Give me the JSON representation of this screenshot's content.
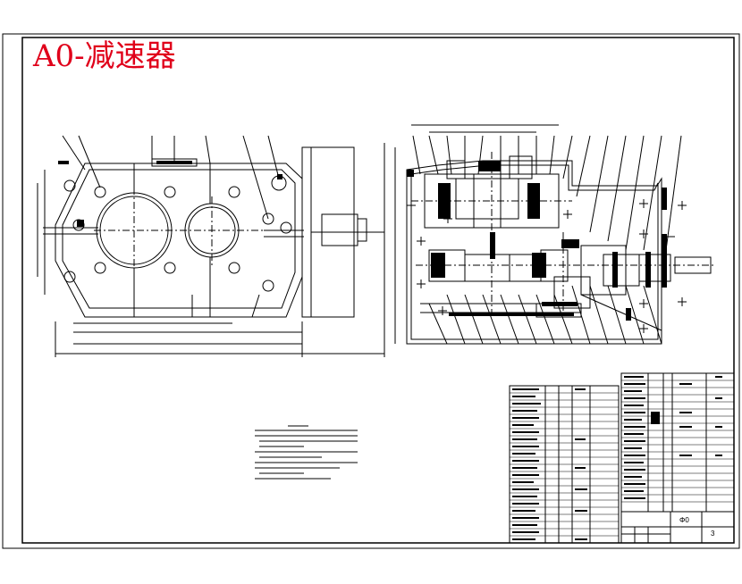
{
  "drawing": {
    "title": "A0-减速器",
    "title_color": "#e0001a",
    "line_color": "#000000",
    "accent_color": "#1a1a1a"
  },
  "title_block": {
    "sheet_mark": "Φ0",
    "drawing_no": "3"
  }
}
